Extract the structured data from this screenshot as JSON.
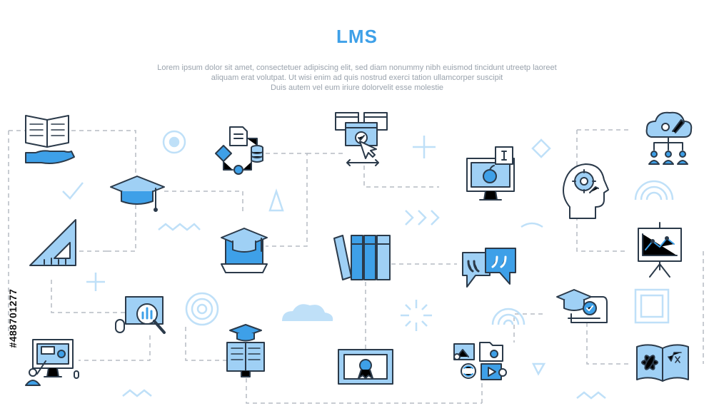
{
  "title": "LMS",
  "description": [
    "Lorem ipsum dolor sit amet, consectetuer adipiscing elit, sed diam nonummy nibh euismod tincidunt utreetp laoreet",
    "aliquam erat volutpat. Ut wisi enim ad  quis nostrud exerci tation ullamcorper suscipit",
    "Duis autem vel eum iriure dolorvelit esse molestie"
  ],
  "stock_id": "#488701277",
  "colors": {
    "accent": "#3ea0e8",
    "dark": "#2b3a4a",
    "light_blue": "#9fd0f5",
    "decor": "#bfe0f8",
    "dash": "#b5bcc4"
  },
  "icons": [
    "open-book-in-hand-icon",
    "graduation-cap-icon",
    "set-square-ruler-icon",
    "learning-flowchart-database-icon",
    "online-class-laptop-icon",
    "web-page-click-icon",
    "bookshelf-icon",
    "monitor-apple-lesson-icon",
    "chat-quote-bubbles-icon",
    "brain-gear-head-icon",
    "cloud-network-users-icon",
    "presentation-board-chart-icon",
    "magnifier-analytics-icon",
    "online-teacher-computer-icon",
    "e-book-graduation-icon",
    "certificate-icon",
    "media-files-icon",
    "graduation-certificate-icon",
    "science-book-icon"
  ]
}
